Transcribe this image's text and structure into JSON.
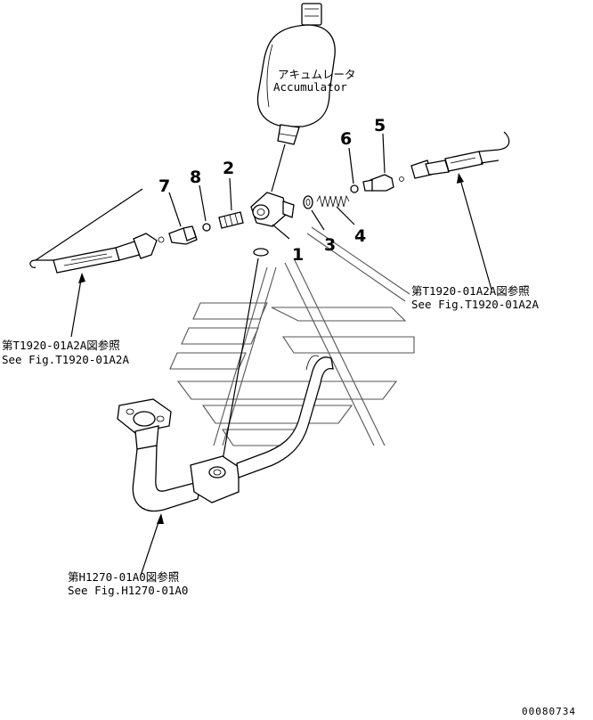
{
  "accumulator": {
    "label_jp": "アキュムレータ",
    "label_en": "Accumulator"
  },
  "part_numbers": {
    "p1": "1",
    "p2": "2",
    "p3": "3",
    "p4": "4",
    "p5": "5",
    "p6": "6",
    "p7": "7",
    "p8": "8"
  },
  "references": {
    "right": {
      "jp": "第T1920-01A2A図参照",
      "en": "See Fig.T1920-01A2A"
    },
    "left": {
      "jp": "第T1920-01A2A図参照",
      "en": "See Fig.T1920-01A2A"
    },
    "bottom": {
      "jp": "第H1270-01A0図参照",
      "en": "See Fig.H1270-01A0"
    }
  },
  "drawing_code": "00080734"
}
